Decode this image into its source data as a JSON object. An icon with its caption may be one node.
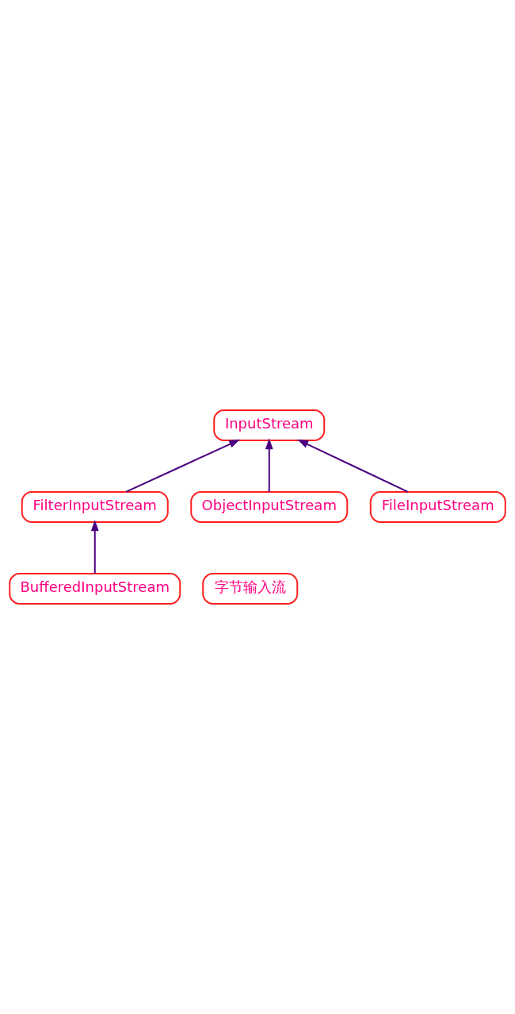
{
  "diagram": {
    "nodes": [
      {
        "text": [
          "InputStream"
        ]
      },
      {
        "text": [
          "FilterInputStream"
        ]
      },
      {
        "text": [
          "ObjectInputStream"
        ]
      },
      {
        "text": [
          "FileInputStream"
        ]
      },
      {
        "text": [
          "字节输入流"
        ]
      },
      {
        "text": [
          "BufferedInputStream"
        ]
      }
    ],
    "edges": [
      {
        "from": 1,
        "to": 0,
        "arrow": "to"
      },
      {
        "from": 2,
        "to": 0,
        "arrow": "to"
      },
      {
        "from": 3,
        "to": 0,
        "arrow": "to"
      },
      {
        "from": 5,
        "to": 1,
        "arrow": "to"
      }
    ]
  }
}
